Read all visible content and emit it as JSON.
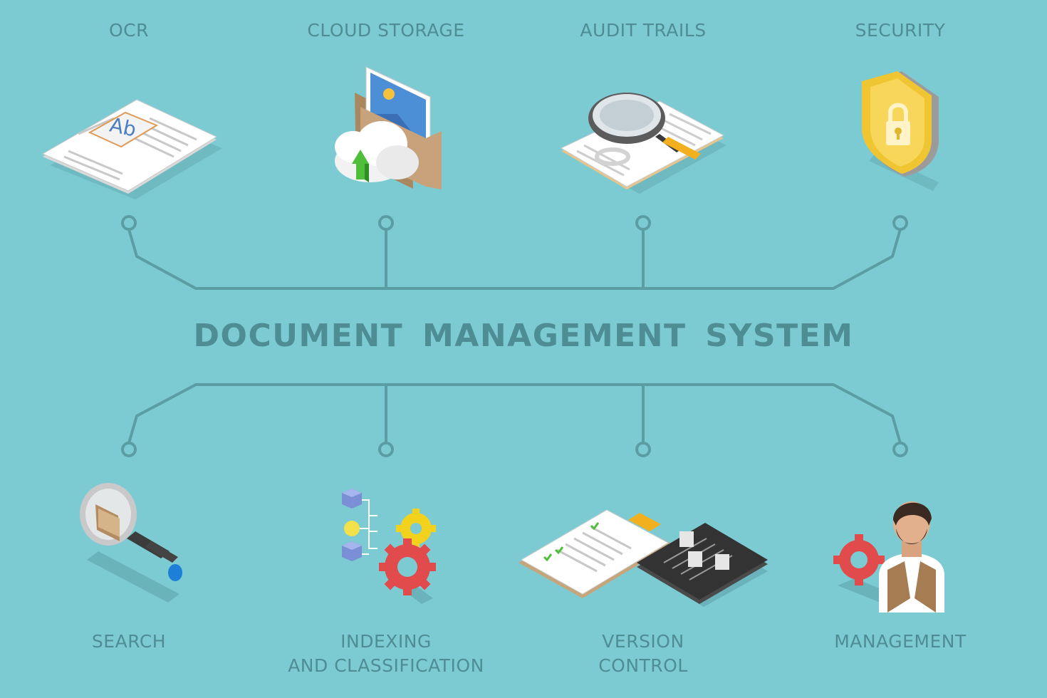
{
  "title": "DOCUMENT MANAGEMENT SYSTEM",
  "colors": {
    "background": "#7ccbd3",
    "text": "#4e8d93",
    "wire": "#5a9ea4"
  },
  "top_features": [
    {
      "label": "OCR",
      "icon": "ocr-document-icon"
    },
    {
      "label": "CLOUD STORAGE",
      "icon": "cloud-upload-folder-icon"
    },
    {
      "label": "AUDIT TRAILS",
      "icon": "magnifier-document-icon"
    },
    {
      "label": "SECURITY",
      "icon": "shield-lock-icon"
    }
  ],
  "bottom_features": [
    {
      "lines": [
        "SEARCH"
      ],
      "icon": "search-folder-icon"
    },
    {
      "lines": [
        "INDEXING",
        "AND CLASSIFICATION"
      ],
      "icon": "hierarchy-gears-icon"
    },
    {
      "lines": [
        "VERSION",
        "CONTROL"
      ],
      "icon": "checklist-sliders-icon"
    },
    {
      "lines": [
        "MANAGEMENT"
      ],
      "icon": "manager-gear-icon"
    }
  ],
  "ocr_sample_text": "Ab"
}
